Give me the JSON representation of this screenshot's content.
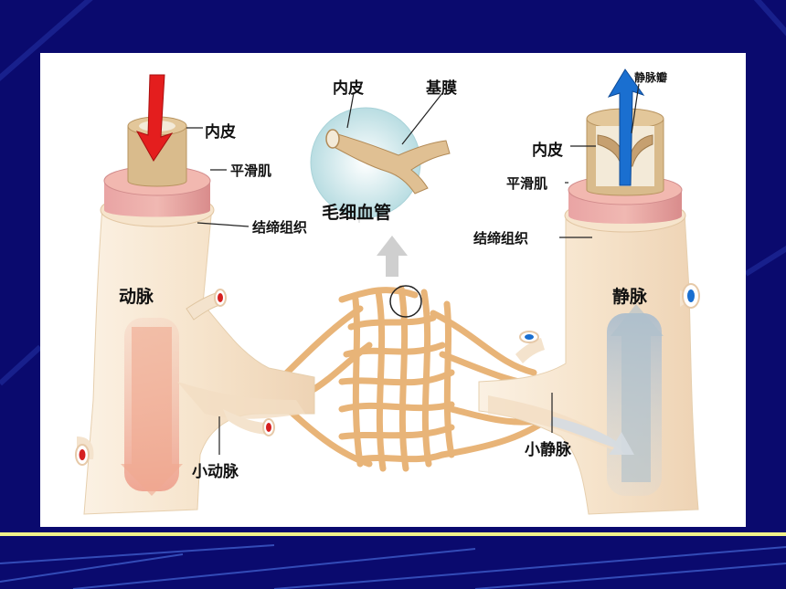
{
  "labels": {
    "artery_endothelium": "内皮",
    "artery_smooth_muscle": "平滑肌",
    "artery_connective": "结缔组织",
    "artery": "动脉",
    "arteriole": "小动脉",
    "capillary_endothelium": "内皮",
    "capillary_basement": "基膜",
    "capillary": "毛细血管",
    "vein_valve": "静脉瓣",
    "vein_endothelium": "内皮",
    "vein_smooth_muscle": "平滑肌",
    "vein_connective": "结缔组织",
    "vein": "静脉",
    "venule": "小静脉"
  },
  "colors": {
    "slide_background": "#0a0a6e",
    "panel": "#ffffff",
    "vessel_outer": "#f6e6d2",
    "smooth_muscle": "#e8a0a0",
    "endothelium": "#c8a87a",
    "capillary_net": "#eec48a",
    "artery_flow": "#e02020",
    "vein_flow": "#1a6fd0"
  },
  "icons": {
    "artery_flow_arrow": "red-arrow-down-icon",
    "vein_flow_arrow": "blue-arrow-up-icon",
    "magnify_arrow": "gray-arrow-up-icon"
  }
}
